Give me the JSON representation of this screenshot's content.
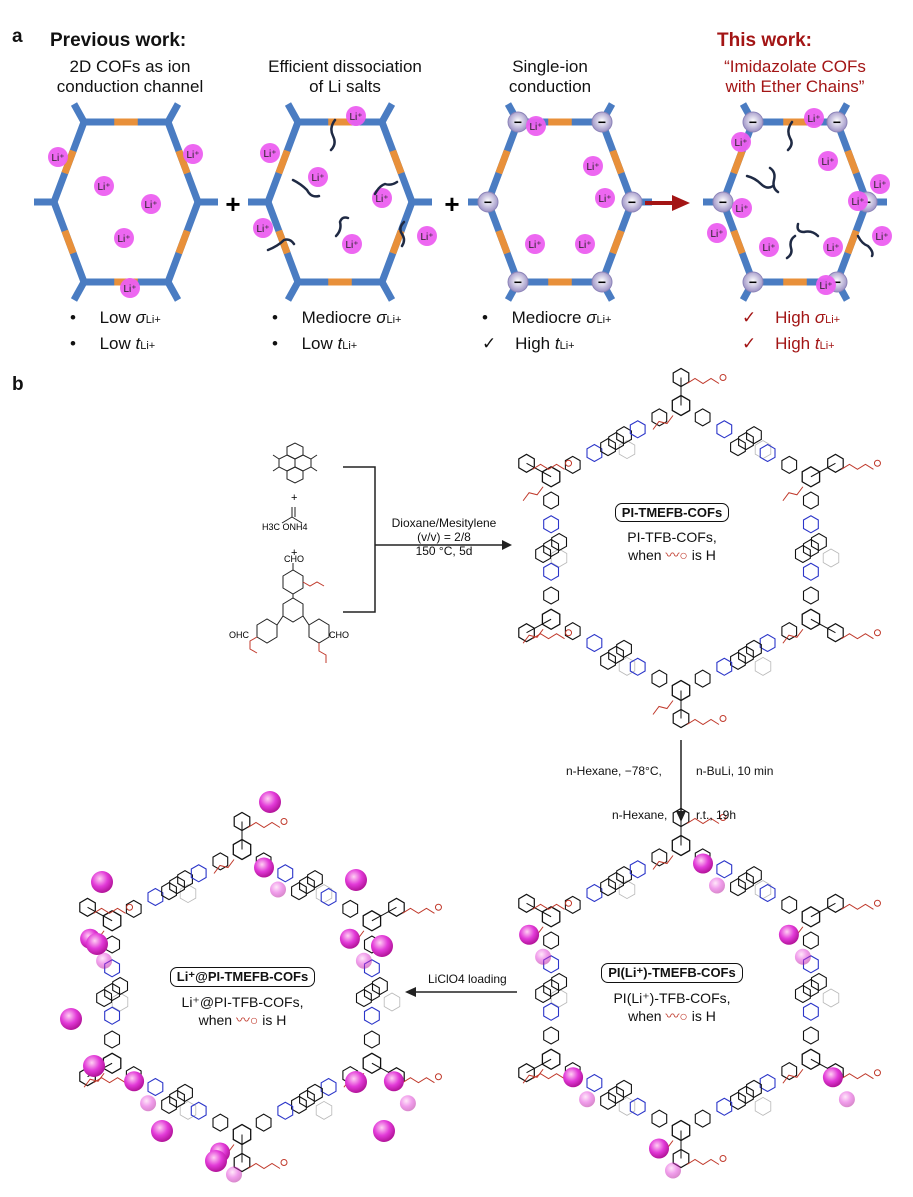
{
  "panel_a": {
    "label": "a",
    "previous_work": "Previous work:",
    "this_work": "This work:",
    "captions": [
      [
        "2D COFs as ion",
        "conduction channel"
      ],
      [
        "Efficient dissociation",
        "of Li salts"
      ],
      [
        "Single-ion",
        "conduction"
      ],
      [
        "“Imidazolate COFs",
        "with Ether Chains”"
      ]
    ],
    "plus": "+",
    "li_label": "Li⁺",
    "minus": "−",
    "bullets": [
      [
        {
          "mark": "•",
          "word": "Low",
          "sym": "σ",
          "sub": "Li+"
        },
        {
          "mark": "•",
          "word": "Low",
          "sym": "t",
          "sub": "Li+"
        }
      ],
      [
        {
          "mark": "•",
          "word": "Mediocre",
          "sym": "σ",
          "sub": "Li+"
        },
        {
          "mark": "•",
          "word": "Low",
          "sym": "t",
          "sub": "Li+"
        }
      ],
      [
        {
          "mark": "•",
          "word": "Mediocre",
          "sym": "σ",
          "sub": "Li+"
        },
        {
          "mark": "✓",
          "word": "High",
          "sym": "t",
          "sub": "Li+"
        }
      ],
      [
        {
          "mark": "✓",
          "word": "High",
          "sym": "σ",
          "sub": "Li+"
        },
        {
          "mark": "✓",
          "word": "High",
          "sym": "t",
          "sub": "Li+"
        }
      ]
    ]
  },
  "panel_b": {
    "label": "b",
    "reagents": {
      "plus": "+",
      "acetate": "H3C  ONH4",
      "cho": "CHO",
      "ohc": "OHC"
    },
    "step1": [
      "Dioxane/Mesitylene",
      "(v/v) = 2/8",
      "150 °C, 5d"
    ],
    "step2_left": "n-Hexane, −78°C,",
    "step2_right": "n-BuLi, 10 min",
    "step3_left": "n-Hexane,",
    "step3_right": "r.t., 19h",
    "step4": "LiClO4 loading",
    "cof1": {
      "title": "PI-TMEFB-COFs",
      "sub1": "PI-TFB-COFs,",
      "sub2a": "when",
      "sub2b": "is H"
    },
    "cof2": {
      "title": "PI(Li⁺)-TMEFB-COFs",
      "sub1": "PI(Li⁺)-TFB-COFs,",
      "sub2a": "when",
      "sub2b": "is H"
    },
    "cof3": {
      "title": "Li⁺@PI-TMEFB-COFs",
      "sub1": "Li⁺@PI-TFB-COFs,",
      "sub2a": "when",
      "sub2b": "is H"
    }
  },
  "colors": {
    "blue": "#4a7cc2",
    "orange": "#e8903a",
    "pink": "#e23ad8",
    "red": "#a31515",
    "chain": "#1f2a44"
  }
}
